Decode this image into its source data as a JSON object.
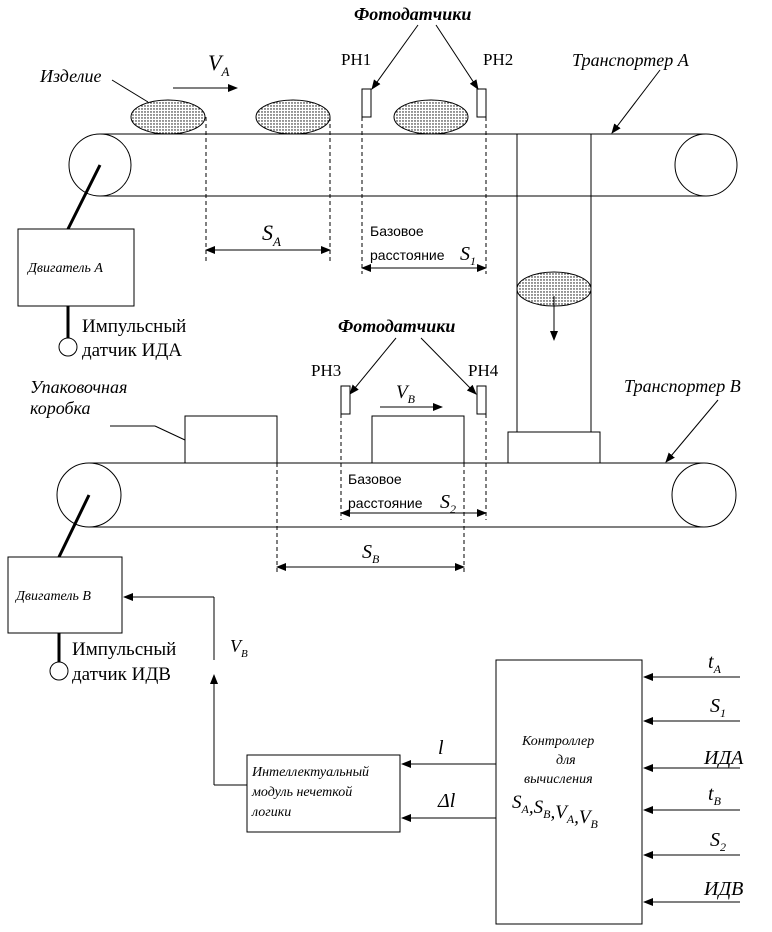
{
  "labels": {
    "photosensors_top": "Фотодатчики",
    "photosensors_bottom": "Фотодатчики",
    "product": "Изделие",
    "velocity_a": "V",
    "velocity_a_sub": "A",
    "ph1": "PH1",
    "ph2": "PH2",
    "ph3": "PH3",
    "ph4": "PH4",
    "conveyor_a": "Транспортер А",
    "conveyor_b": "Транспортер В",
    "motor_a": "Двигатель А",
    "motor_b": "Двигатель В",
    "pulse_a_line1": "Импульсный",
    "pulse_a_line2": "датчик ИДА",
    "pulse_b_line1": "Импульсный",
    "pulse_b_line2": "датчик ИДВ",
    "sa": "S",
    "sa_sub": "A",
    "sb": "S",
    "sb_sub": "B",
    "base_dist1_line1": "Базовое",
    "base_dist1_line2": "расстояние",
    "s1": "S",
    "s1_sub": "1",
    "base_dist2_line1": "Базовое",
    "base_dist2_line2": "расстояние",
    "s2": "S",
    "s2_sub": "2",
    "packing_box_line1": "Упаковочная",
    "packing_box_line2": "коробка",
    "velocity_b": "V",
    "velocity_b_sub": "B",
    "vb_feedback": "V",
    "vb_feedback_sub": "B",
    "fuzzy_module_line1": "Интеллектуальный",
    "fuzzy_module_line2": "модуль нечеткой",
    "fuzzy_module_line3": "логики",
    "signal_l": "l",
    "signal_dl": "Δl",
    "controller_line1": "Контроллер",
    "controller_line2": "для",
    "controller_line3": "вычисления",
    "controller_formula": "S",
    "controller_formula_full": [
      {
        "t": "S",
        "s": "A"
      },
      {
        "t": ",S",
        "s": "B"
      },
      {
        "t": ",V",
        "s": "A"
      },
      {
        "t": ",V",
        "s": "B"
      }
    ],
    "in_ta": "t",
    "in_ta_sub": "A",
    "in_s1": "S",
    "in_s1_sub": "1",
    "in_ida": "ИДА",
    "in_tb": "t",
    "in_tb_sub": "B",
    "in_s2": "S",
    "in_s2_sub": "2",
    "in_idv": "ИДВ"
  }
}
